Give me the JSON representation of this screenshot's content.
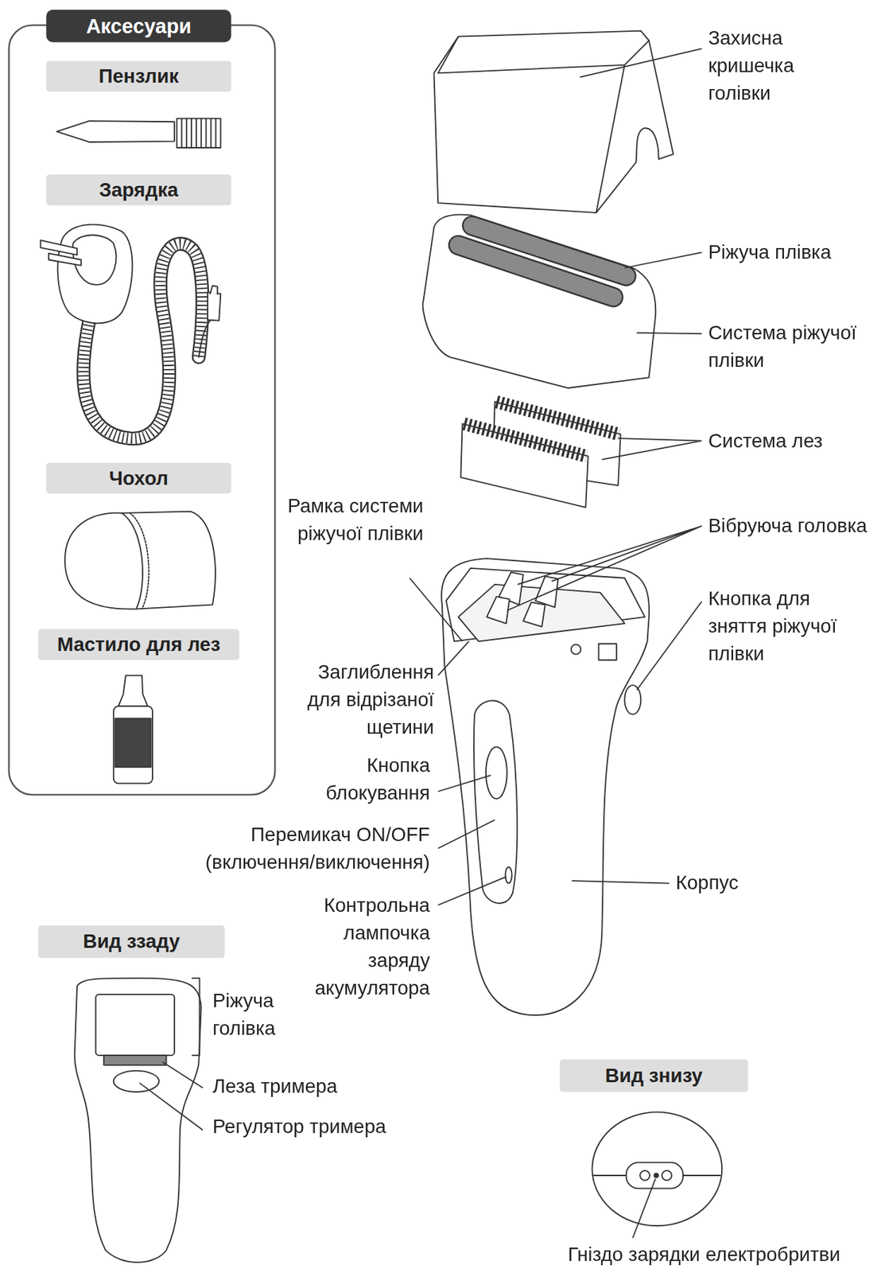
{
  "diagram": {
    "nodes": [
      {
        "text": [
          "Аксесуари"
        ]
      },
      {
        "text": [
          "Пензлик"
        ],
        "in": 0
      },
      {
        "text": [
          "Зарядка"
        ],
        "in": 0
      },
      {
        "text": [
          "Чохол"
        ],
        "in": 0
      },
      {
        "text": [
          "Мастило для лез"
        ],
        "in": 0
      },
      {
        "text": [
          "Вид ззаду"
        ]
      },
      {
        "text": [
          "Вид знизу"
        ]
      }
    ],
    "labels": [
      "Захисна кришечка голівки",
      "Ріжуча плівка",
      "Система ріжучої плівки",
      "Система лез",
      "Рамка системи ріжучої плівки",
      "Вібруюча головка",
      "Кнопка для зняття ріжучої плівки",
      "Заглиблення для відрізаної щетини",
      "Кнопка блокування",
      "Перемикач ON/OFF (включення/виключення)",
      "Контрольна лампочка заряду акумулятора",
      "Корпус",
      "Ріжуча голівка",
      "Леза тримера",
      "Регулятор тримера",
      "Гніздо зарядки електробритви"
    ]
  }
}
